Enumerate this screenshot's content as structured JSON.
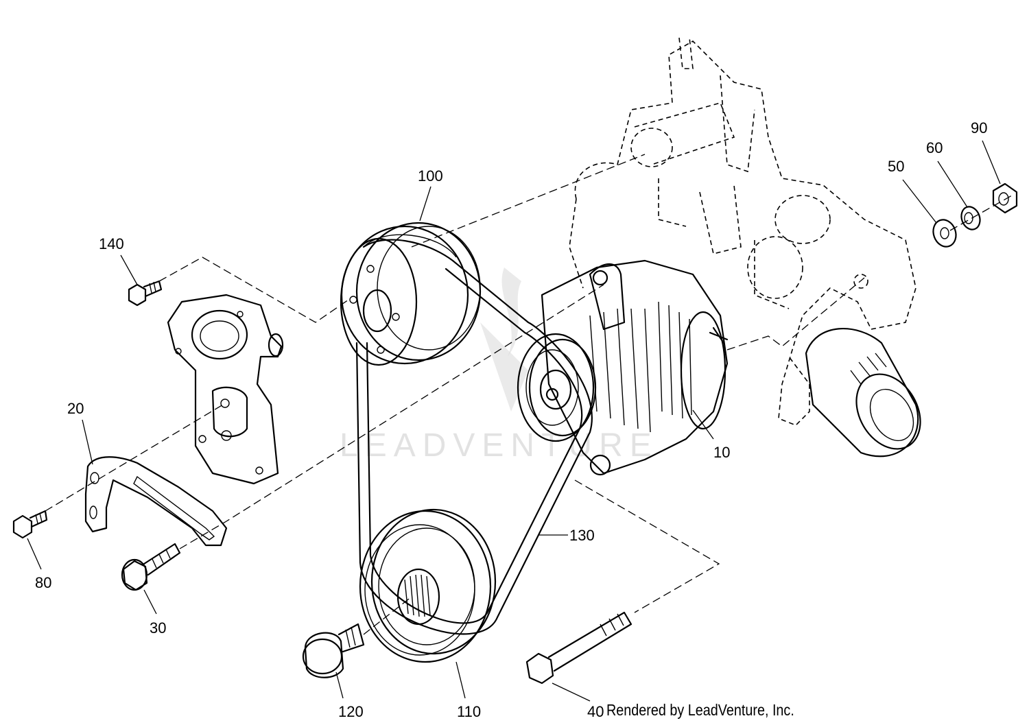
{
  "watermark": "LEADVENTURE",
  "credit": "Rendered by LeadVenture, Inc.",
  "callouts": [
    {
      "id": "10",
      "label": "10"
    },
    {
      "id": "20",
      "label": "20"
    },
    {
      "id": "30",
      "label": "30"
    },
    {
      "id": "40",
      "label": "40"
    },
    {
      "id": "50",
      "label": "50"
    },
    {
      "id": "60",
      "label": "60"
    },
    {
      "id": "80",
      "label": "80"
    },
    {
      "id": "90",
      "label": "90"
    },
    {
      "id": "100",
      "label": "100"
    },
    {
      "id": "110",
      "label": "110"
    },
    {
      "id": "120",
      "label": "120"
    },
    {
      "id": "130",
      "label": "130"
    },
    {
      "id": "140",
      "label": "140"
    }
  ]
}
